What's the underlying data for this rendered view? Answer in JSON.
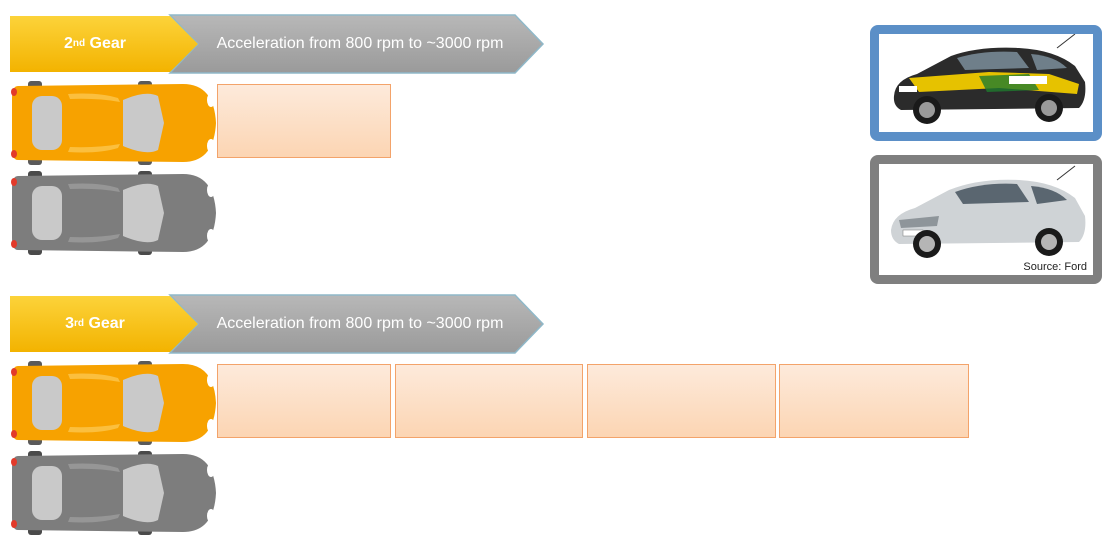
{
  "sections": [
    {
      "gear_number": "2",
      "gear_suffix": "nd",
      "gear_word": "Gear",
      "description": "Acceleration from 800 rpm to ~3000 rpm",
      "segments_shown": 1
    },
    {
      "gear_number": "3",
      "gear_suffix": "rd",
      "gear_word": "Gear",
      "description": "Acceleration from 800 rpm to ~3000 rpm",
      "segments_shown": 4
    }
  ],
  "photos": {
    "test_car_source": "Source: Ford"
  },
  "colors": {
    "chevron_gold": "#fbc100",
    "chevron_gray": "#a6a6a6",
    "car_orange": "#f7a200",
    "car_gray": "#7d7d7d",
    "frame_blue": "#5b8fc7",
    "frame_gray": "#7f7f7f"
  }
}
